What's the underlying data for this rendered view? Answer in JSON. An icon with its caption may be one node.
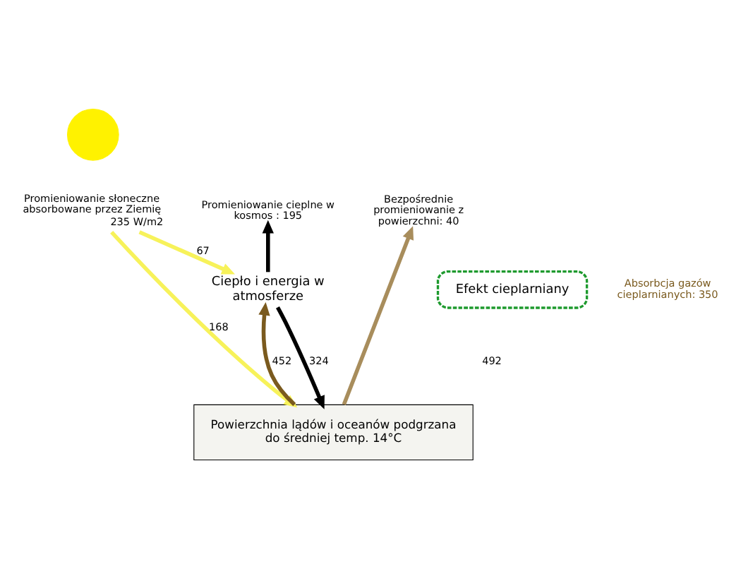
{
  "diagram": {
    "nodes": [
      {
        "text": [],
        "shape": "circle"
      },
      {
        "text": [
          "Promieniowanie słoneczne absorbowane przez Ziemię"
        ],
        "beside": [
          "235 W/m2"
        ]
      },
      {
        "text": [
          "Promieniowanie cieplne w kosmos : 195"
        ]
      },
      {
        "text": [
          "Bezpośrednie promieniowanie z powierzchni: 40"
        ]
      },
      {
        "text": [
          "Ciepło i energia w atmosferze"
        ]
      },
      {
        "text": [
          "Efekt cieplarniany"
        ]
      },
      {
        "text": [
          "Powierzchnia lądów i oceanów podgrzana do średniej temp. 14°C"
        ]
      }
    ],
    "edges": [
      {
        "from": 1,
        "to": 4,
        "arrow": "to",
        "label": "67",
        "color": "#f7f25a"
      },
      {
        "from": 1,
        "to": 6,
        "arrow": "to",
        "label": "168",
        "color": "#f7f25a"
      },
      {
        "from": 4,
        "to": 2,
        "arrow": "to",
        "color": "#000000"
      },
      {
        "from": 4,
        "to": 6,
        "arrow": "to",
        "label": "324",
        "color": "#000000"
      },
      {
        "from": 6,
        "to": 4,
        "arrow": "to",
        "label": "452",
        "color": "#7a5a1e"
      },
      {
        "from": 6,
        "to": 3,
        "arrow": "to",
        "color": "#a88d5c"
      }
    ],
    "labels": [
      "Absorbcja gazów cieplarnianych: 350",
      "492"
    ]
  }
}
